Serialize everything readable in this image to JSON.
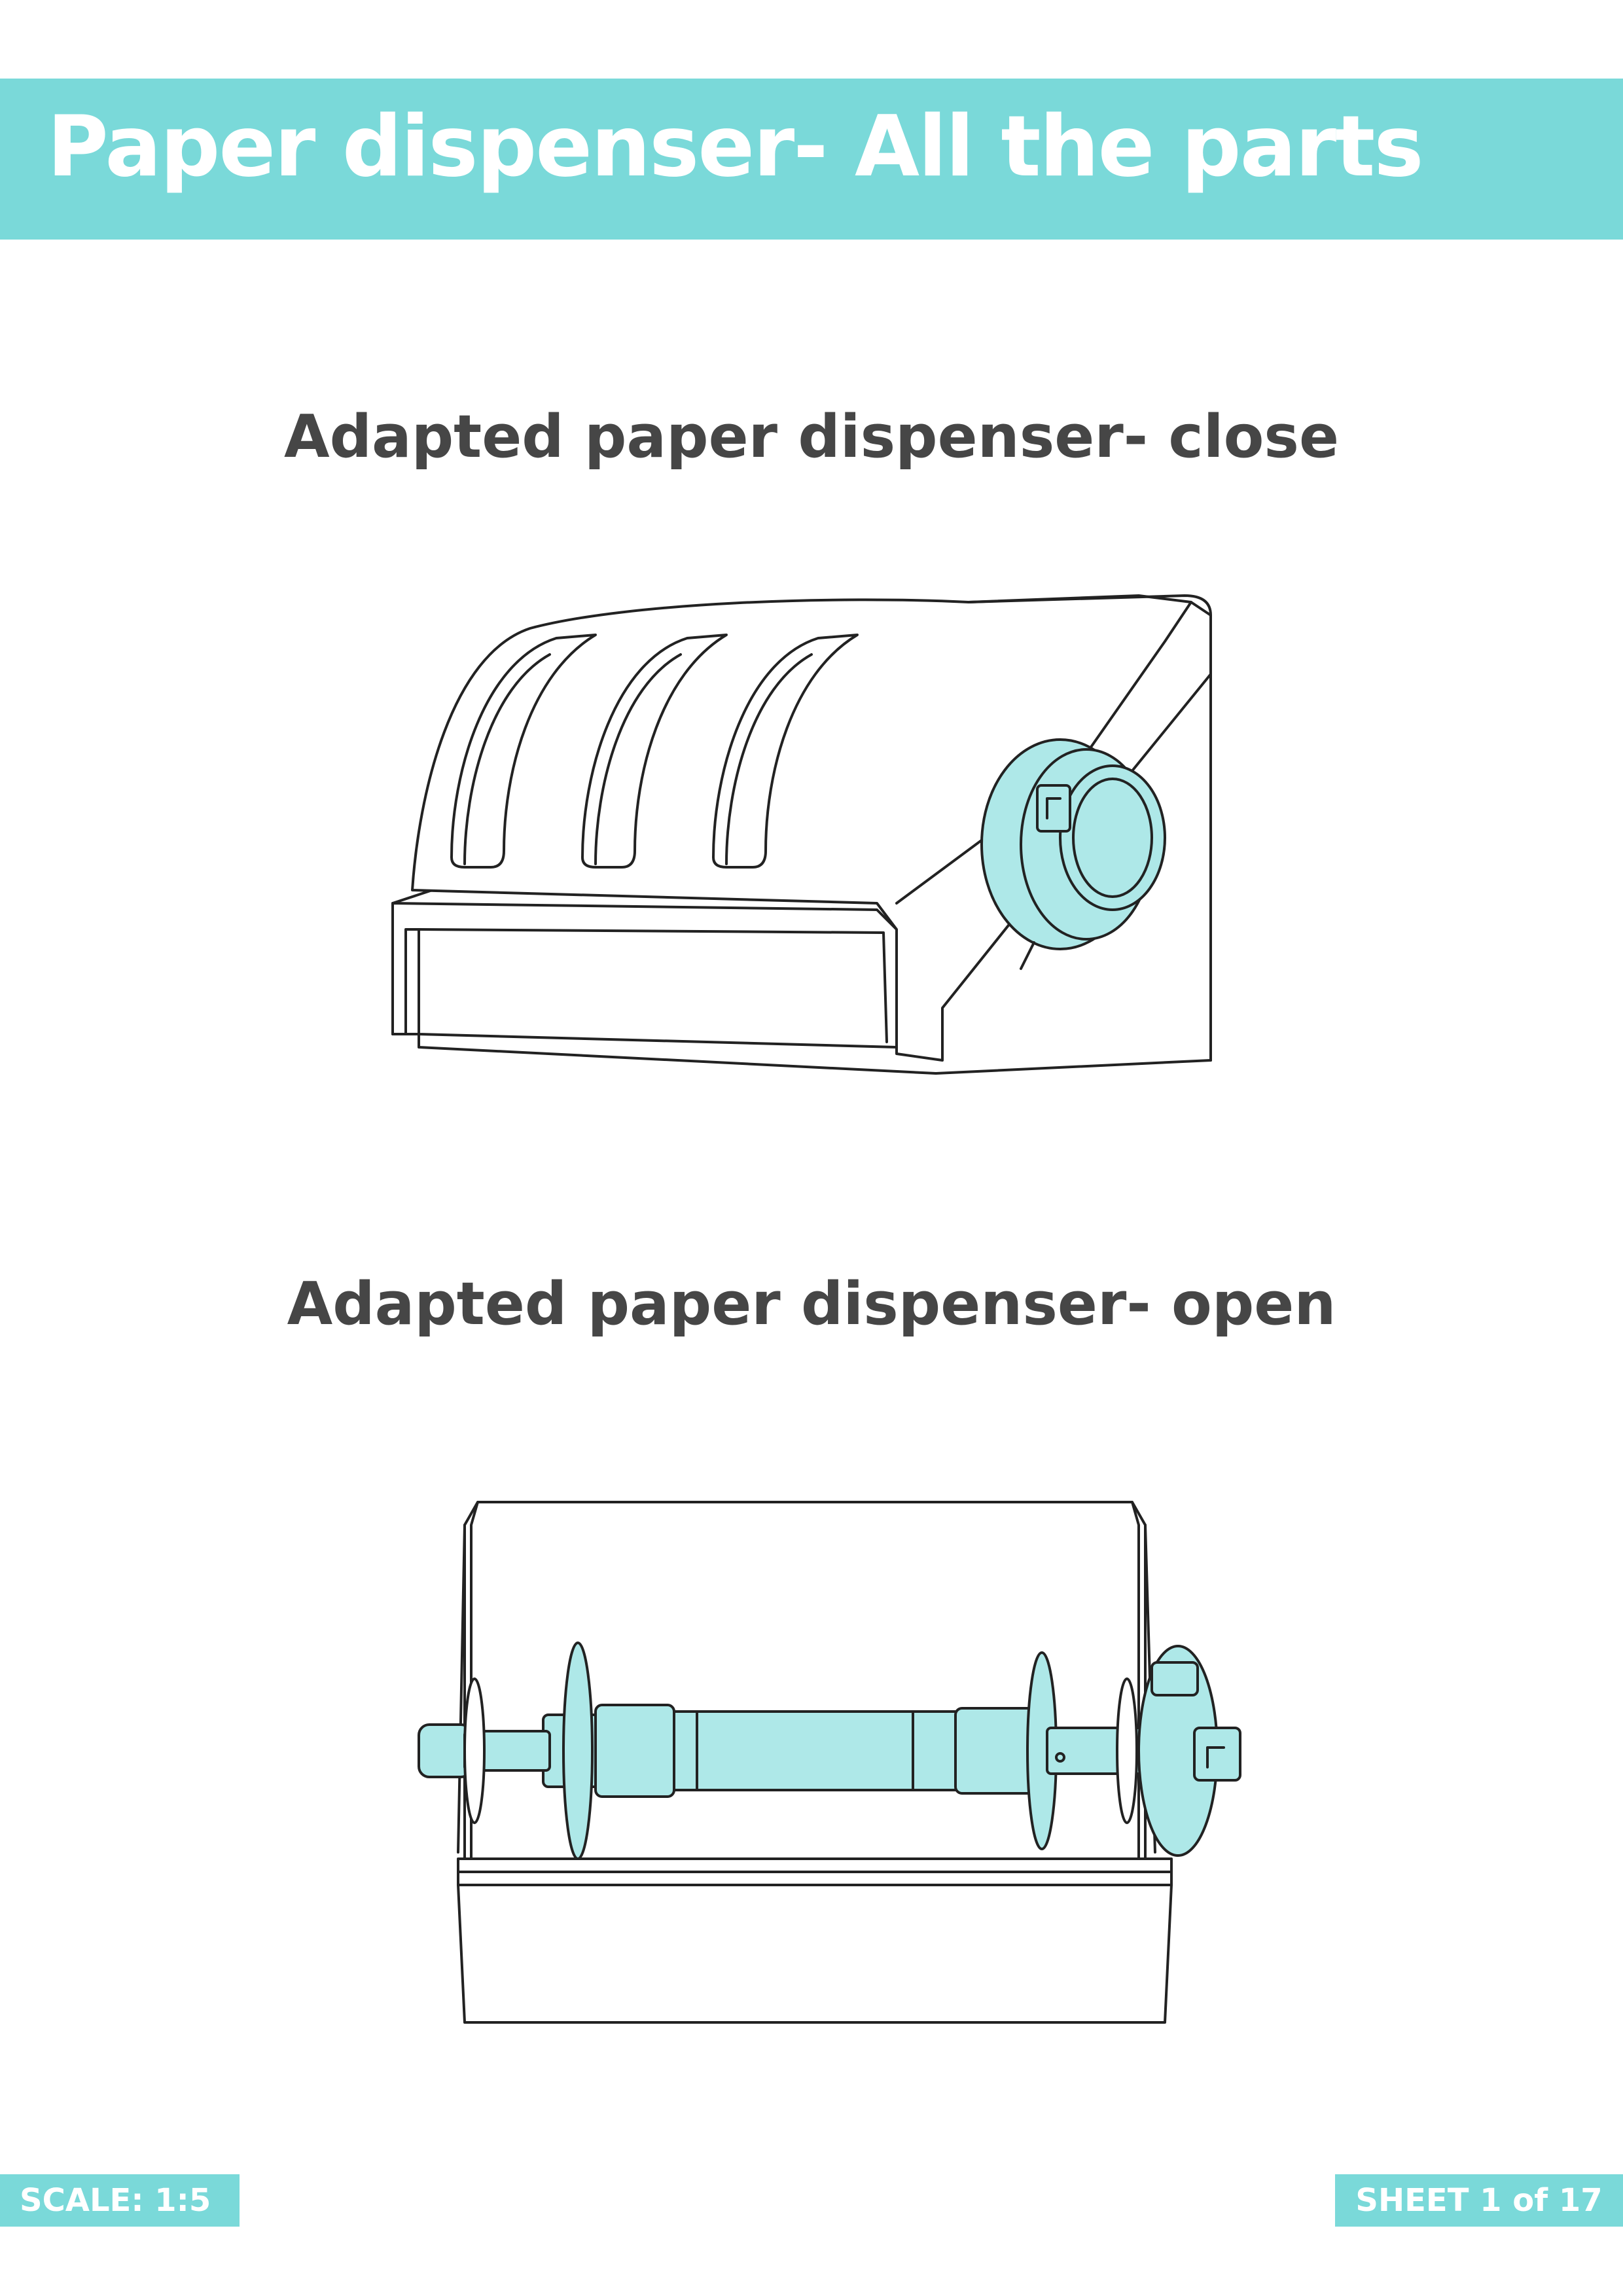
{
  "header": {
    "title": "Paper dispenser- All the parts"
  },
  "sections": {
    "close": {
      "title": "Adapted paper dispenser- close"
    },
    "open": {
      "title": "Adapted paper dispenser- open"
    }
  },
  "footer": {
    "scale": "SCALE:  1:5",
    "sheet": "SHEET  1 of  17"
  },
  "colors": {
    "accent": "#7ad9d9",
    "part_highlight": "#aee8e8",
    "title_text": "#464646"
  }
}
